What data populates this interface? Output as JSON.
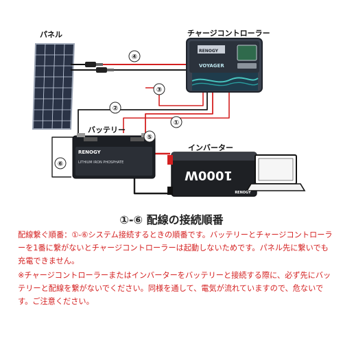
{
  "labels": {
    "panel": "パネル",
    "controller": "チャージコントローラー",
    "battery": "バッテリー",
    "inverter": "インバーター"
  },
  "devices": {
    "controller_brand": "RENOGY",
    "controller_model": "VOYAGER",
    "battery_brand": "RENOGY",
    "battery_type": "LITHIUM IRON PHOSPHATE",
    "inverter_rating": "1000W",
    "inverter_brand": "RENOGY"
  },
  "steps": [
    "①",
    "②",
    "③",
    "④",
    "⑤",
    "⑥"
  ],
  "title": "①-⑥ 配線の接続順番",
  "notes": {
    "main": "配線繋ぐ順番：①-⑥システム接続するときの順番です。バッテリーとチャージコントローラーを1番に繋がないとチャージコントローラーは起動しないためです。パネル先に繋いでも充電できません。",
    "warning": "※チャージコントローラーまたはインバーターをバッテリーと接続する際に、必ず先にバッテリーと配線を繋がないでください。同様を通して、電気が流れていますので、危ないです。ご注意ください。"
  },
  "colors": {
    "positive_wire": "#d42020",
    "negative_wire": "#1a1a1a",
    "note_text": "#d42020"
  }
}
